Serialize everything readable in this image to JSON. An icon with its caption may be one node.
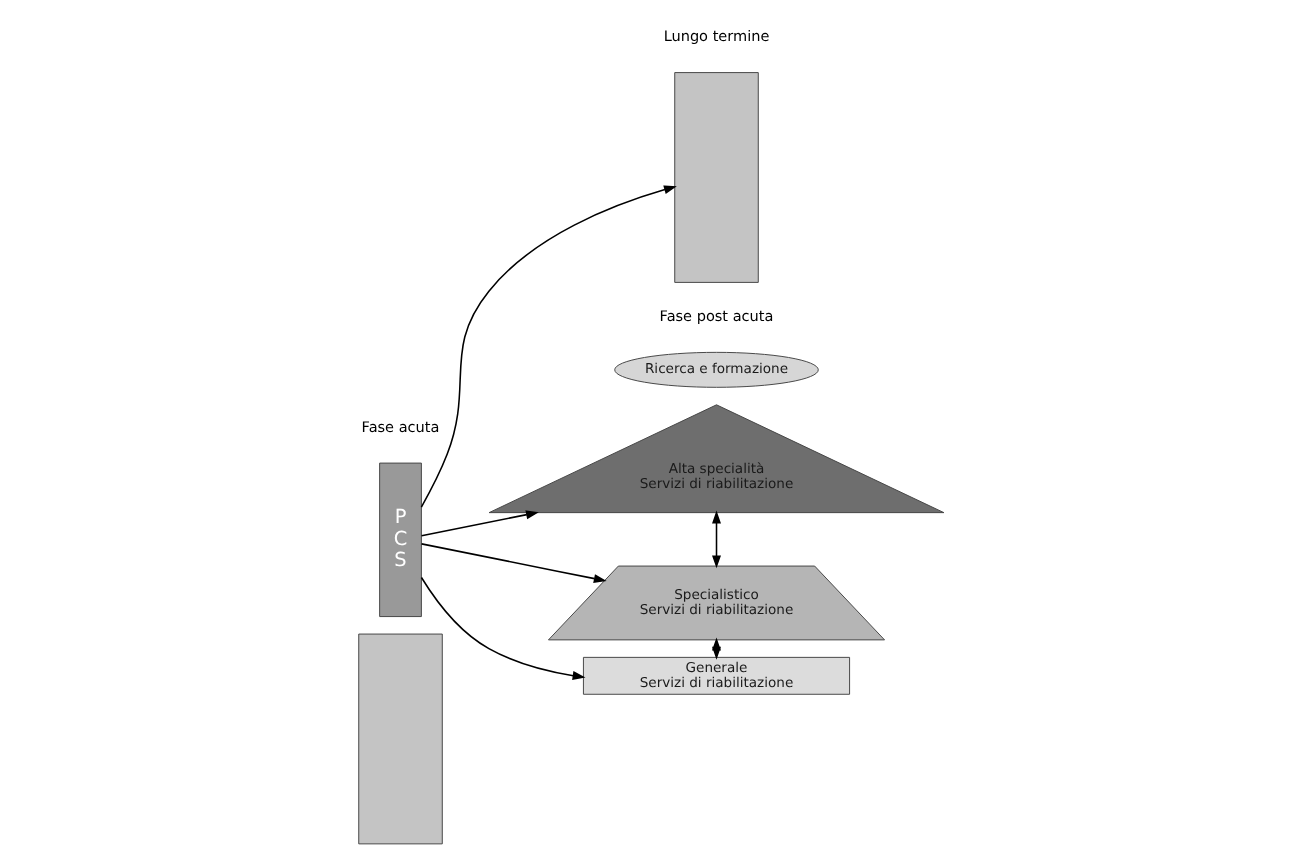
{
  "diagram": {
    "nodes": [
      {
        "text": [],
        "shape": "box"
      },
      {
        "text": [
          "Alta specialità",
          "Servizi di riabilitazione"
        ]
      },
      {
        "text": [
          "Ricerca e formazione"
        ]
      },
      {
        "text": [
          "Specialistico",
          "Servizi di riabilitazione"
        ]
      },
      {
        "text": [
          "Generale",
          "Servizi di riabilitazione"
        ]
      },
      {
        "text": [
          "P C S"
        ]
      },
      {
        "text": [],
        "shape": "box"
      }
    ],
    "edges": [
      {
        "from": 5,
        "to": 1,
        "arrow": "to"
      },
      {
        "from": 5,
        "to": 3,
        "arrow": "to"
      },
      {
        "from": 5,
        "to": 4,
        "arrow": "to"
      },
      {
        "from": 5,
        "to": 6,
        "arrow": "to"
      },
      {
        "from": 1,
        "to": 3,
        "arrow": "both"
      },
      {
        "from": 3,
        "to": 4,
        "arrow": "both"
      }
    ],
    "labels": [
      "Fase acuta",
      "Fase post acuta",
      "Lungo termine"
    ]
  }
}
